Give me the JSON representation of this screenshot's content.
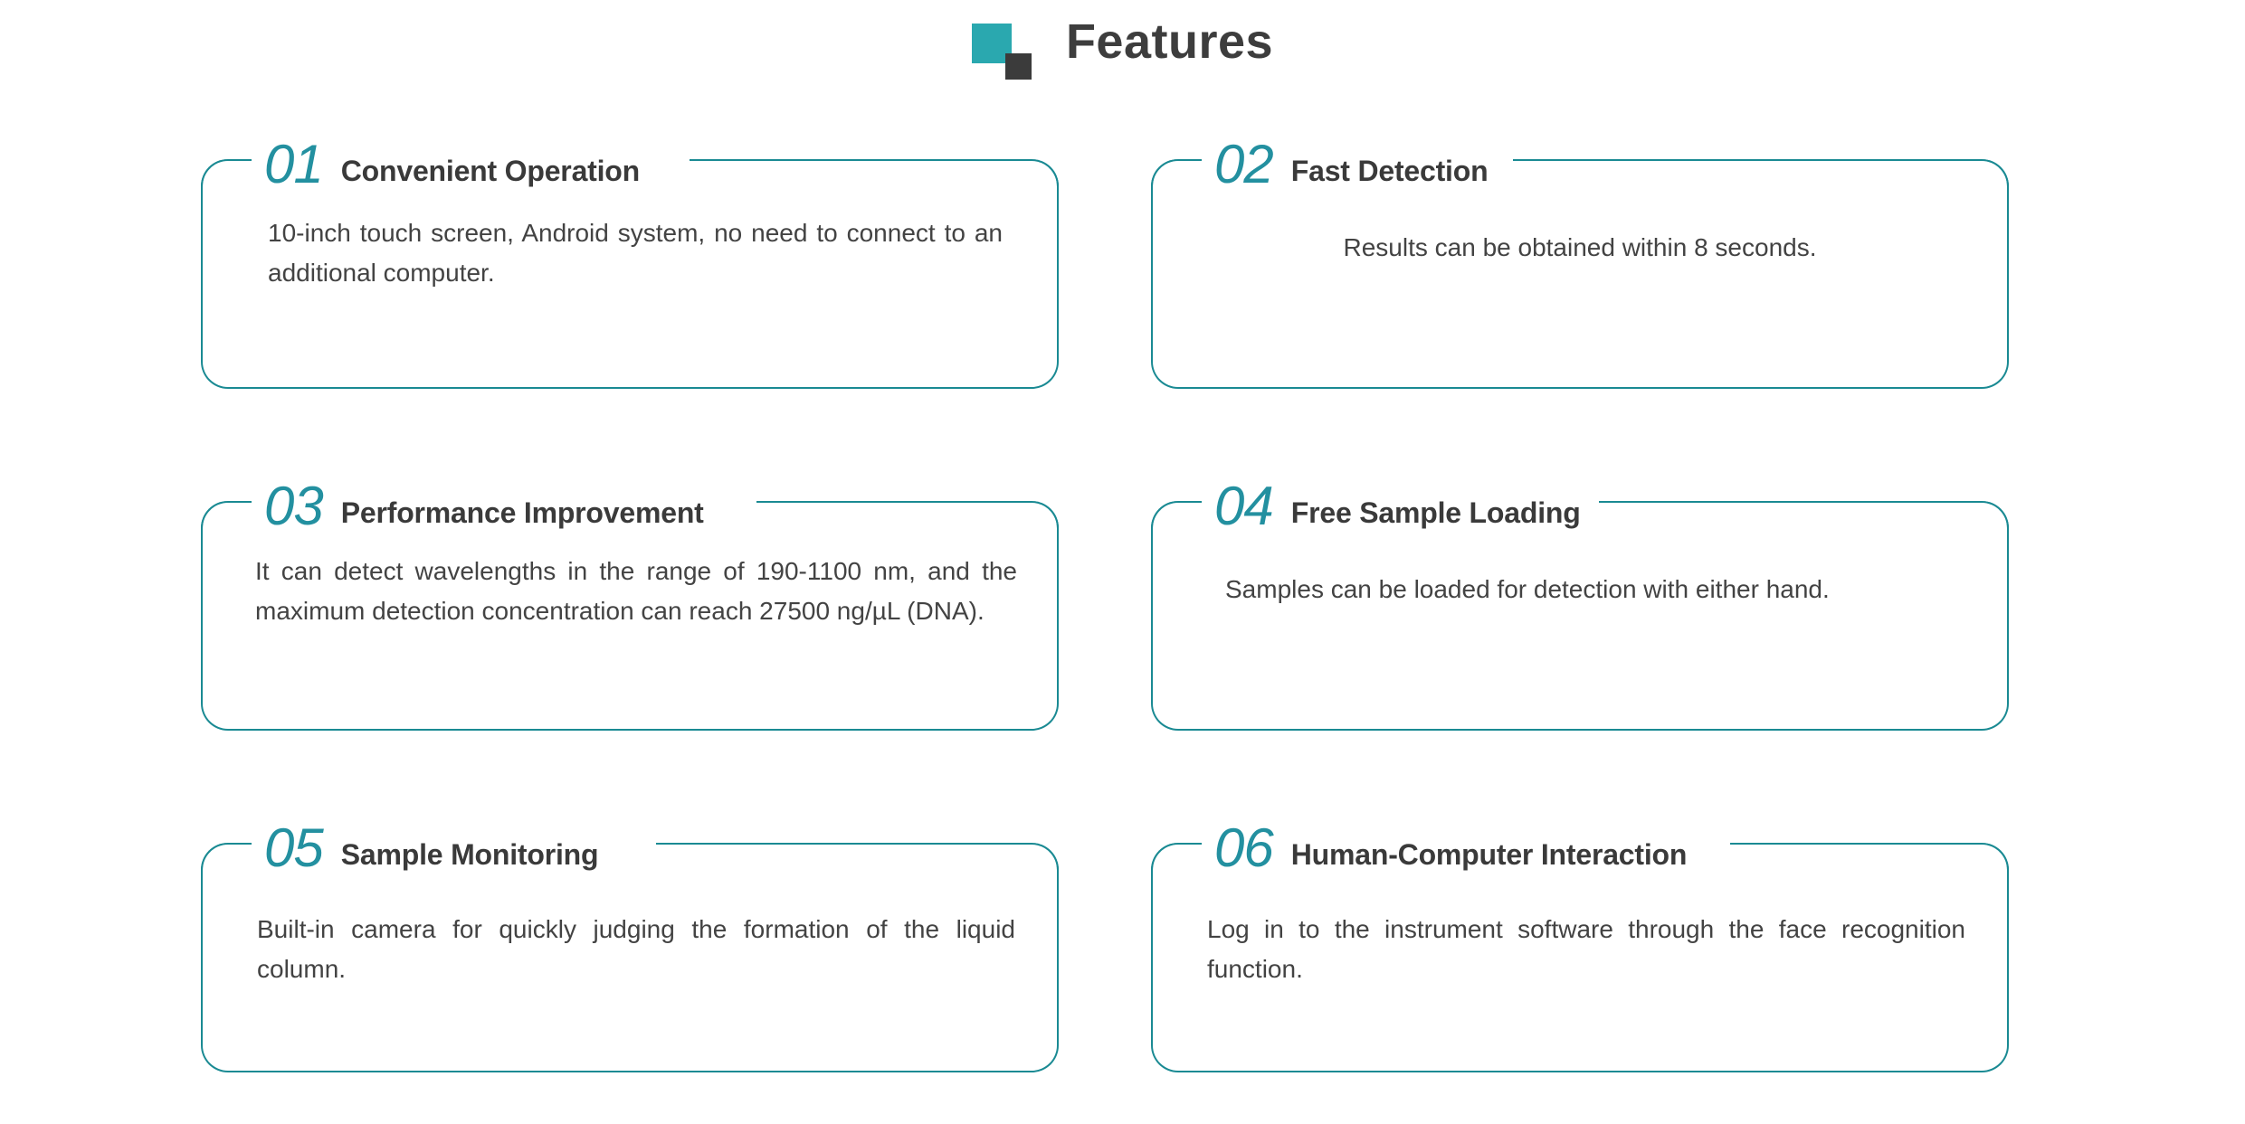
{
  "header": {
    "title": "Features",
    "logo": {
      "primary_icon": "square-teal-icon",
      "secondary_icon": "square-dark-icon",
      "teal_color": "#2aa8af",
      "dark_color": "#3b3b3b"
    }
  },
  "theme": {
    "accent": "#1a8a93",
    "number_color": "#2390a0",
    "title_color": "#3a3a3a",
    "body_color": "#434343",
    "background": "#ffffff"
  },
  "cards": [
    {
      "number": "01",
      "title": "Convenient Operation",
      "body": "10-inch touch screen, Android system, no need to connect to an additional computer.",
      "align": "justify"
    },
    {
      "number": "02",
      "title": "Fast Detection",
      "body": "Results can be obtained within 8 seconds.",
      "align": "center"
    },
    {
      "number": "03",
      "title": "Performance Improvement",
      "body": "It can detect wavelengths in the range of 190-1100 nm, and the maximum detection concentration can reach 27500 ng/µL (DNA).",
      "align": "justify"
    },
    {
      "number": "04",
      "title": "Free Sample Loading",
      "body": "Samples can be loaded for detection with either hand.",
      "align": "justify"
    },
    {
      "number": "05",
      "title": "Sample Monitoring",
      "body": "Built-in camera for quickly judging the formation of the liquid column.",
      "align": "justify"
    },
    {
      "number": "06",
      "title": "Human-Computer Interaction",
      "body": "Log in to the instrument software through the face recognition function.",
      "align": "justify"
    }
  ]
}
